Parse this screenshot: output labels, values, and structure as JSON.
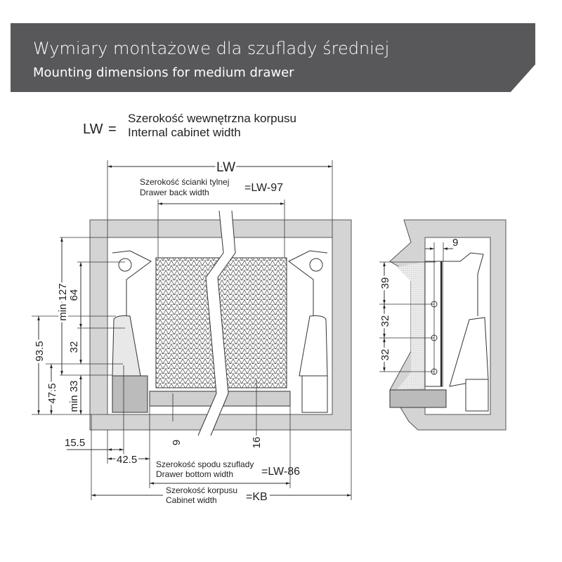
{
  "header": {
    "title_pl": "Wymiary montażowe dla szuflady średniej",
    "title_en": "Mounting dimensions for medium drawer"
  },
  "legend": {
    "symbol": "LW",
    "equals": "=",
    "desc_pl": "Szerokość wewnętrzna korpusu",
    "desc_en": "Internal cabinet width"
  },
  "front_view": {
    "lw_label": "LW",
    "back_width": {
      "pl": "Szerokość ścianki tylnej",
      "en": "Drawer back width",
      "formula": "=LW-97"
    },
    "bottom_width": {
      "pl": "Szerokość spodu szuflady",
      "en": "Drawer bottom width",
      "formula": "=LW-86"
    },
    "cabinet_width": {
      "pl": "Szerokość korpusu",
      "en": "Cabinet width",
      "formula": "=KB"
    },
    "dims": {
      "min127": "min 127",
      "d64": "64",
      "d32": "32",
      "d93_5": "93.5",
      "d47_5": "47.5",
      "min33": "min 33",
      "d15_5": "15.5",
      "d42_5": "42.5",
      "d9": "9",
      "d16": "16"
    }
  },
  "side_view": {
    "dims": {
      "d9": "9",
      "d39": "39",
      "d32a": "32",
      "d32b": "32"
    }
  },
  "colors": {
    "header": "#58585a",
    "panel": "#d4d4d4",
    "line": "#222222"
  }
}
